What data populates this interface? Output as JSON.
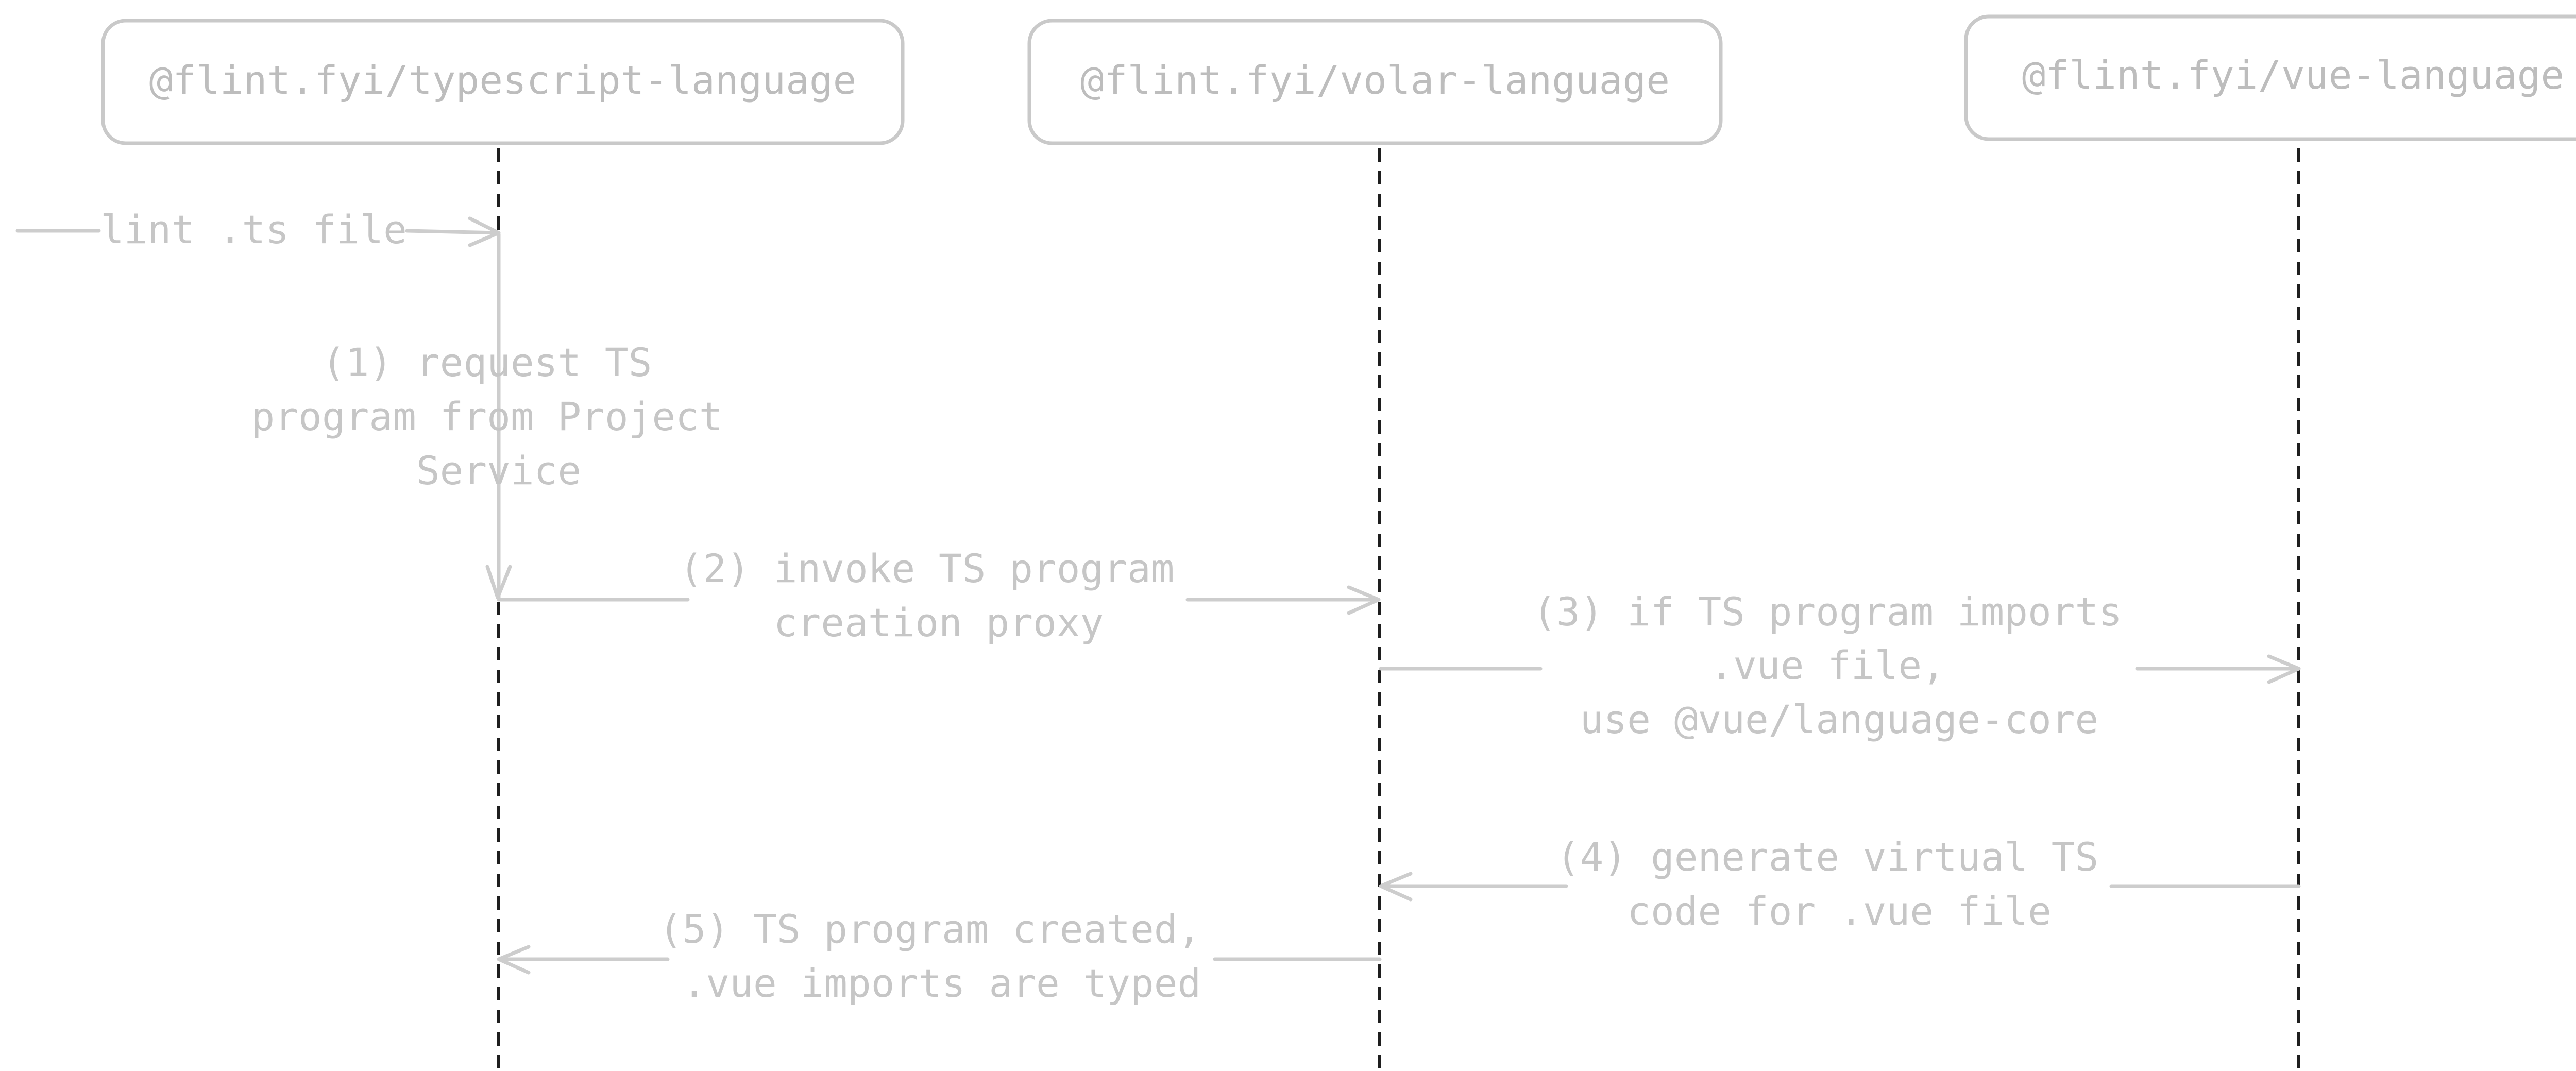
{
  "participants": [
    {
      "label": "@flint.fyi/typescript-language"
    },
    {
      "label": "@flint.fyi/volar-language"
    },
    {
      "label": "@flint.fyi/vue-language"
    }
  ],
  "messages": [
    {
      "lines": [
        "lint .ts file"
      ]
    },
    {
      "lines": [
        "(1) request TS",
        "program from Project",
        "Service"
      ]
    },
    {
      "lines": [
        "(2) invoke TS program",
        "creation proxy"
      ]
    },
    {
      "lines": [
        "(3) if TS program imports",
        ".vue file,",
        "use @vue/language-core"
      ]
    },
    {
      "lines": [
        "(4) generate virtual TS",
        "code for .vue file"
      ]
    },
    {
      "lines": [
        "(5) TS program created,",
        ".vue imports are typed"
      ]
    }
  ],
  "colors": {
    "lifeline": "#1e1e1e",
    "arrow": "#cdcdcd",
    "text": "#c6c6c6",
    "box_border": "#c9c9c9"
  }
}
